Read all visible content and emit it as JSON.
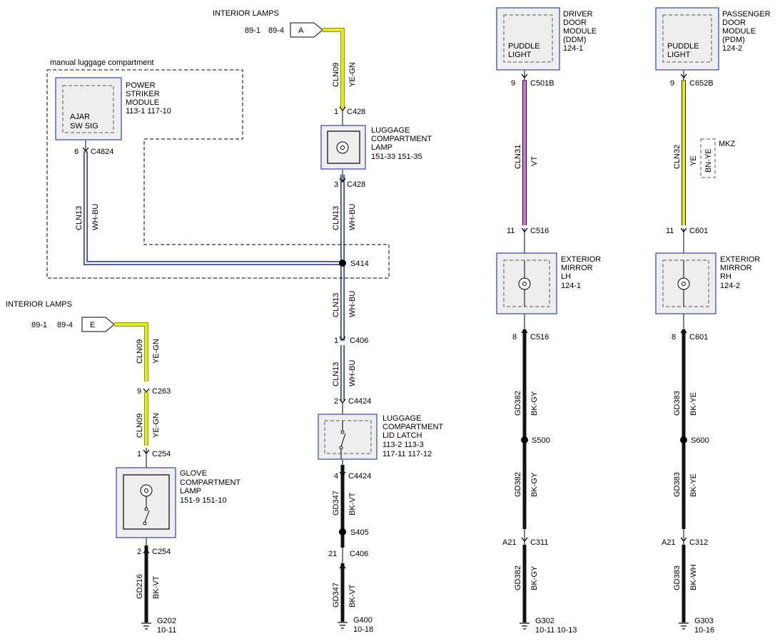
{
  "labels": {
    "interior_lamps_top": "INTERIOR LAMPS",
    "interior_lamps_left": "INTERIOR LAMPS",
    "connector_a": "A",
    "connector_e": "E",
    "ref_a_1": "89-1",
    "ref_a_2": "89-4",
    "ref_e_1": "89-1",
    "ref_e_2": "89-4",
    "manual_luggage": "manual luggage compartment",
    "mkz": "MKZ",
    "alt_wire_color": "BN-YE"
  },
  "components": {
    "power_striker": {
      "lines": [
        "POWER",
        "STRIKER",
        "MODULE",
        "113-1    117-10"
      ],
      "inner": [
        "AJAR",
        "SW SIG"
      ]
    },
    "luggage_lamp": {
      "lines": [
        "LUGGAGE",
        "COMPARTMENT",
        "LAMP",
        "151-33  151-35"
      ]
    },
    "luggage_latch": {
      "lines": [
        "LUGGAGE",
        "COMPARTMENT",
        "LID LATCH",
        "113-2   113-3",
        "117-11   117-12"
      ]
    },
    "glove_lamp": {
      "lines": [
        "GLOVE",
        "COMPARTMENT",
        "LAMP",
        "151-9    151-10"
      ]
    },
    "ddm": {
      "lines": [
        "DRIVER",
        "DOOR",
        "MODULE",
        "(DDM)",
        "124-1"
      ],
      "inner": [
        "PUDDLE",
        "LIGHT"
      ]
    },
    "pdm": {
      "lines": [
        "PASSENGER",
        "DOOR",
        "MODULE",
        "(PDM)",
        "124-2"
      ],
      "inner": [
        "PUDDLE",
        "LIGHT"
      ]
    },
    "mirror_lh": {
      "lines": [
        "EXTERIOR",
        "MIRROR",
        "LH",
        "124-1"
      ]
    },
    "mirror_rh": {
      "lines": [
        "EXTERIOR",
        "MIRROR",
        "RH",
        "124-2"
      ]
    }
  },
  "pins": {
    "c428_1": {
      "pin": "1",
      "conn": "C428"
    },
    "c428_3": {
      "pin": "3",
      "conn": "C428"
    },
    "c4824": {
      "pin": "6",
      "conn": "C4824"
    },
    "c406_1": {
      "pin": "1",
      "conn": "C406"
    },
    "c4424_2": {
      "pin": "2",
      "conn": "C4424"
    },
    "c4424_4": {
      "pin": "4",
      "conn": "C4424"
    },
    "c406_21": {
      "pin": "21",
      "conn": "C406"
    },
    "c263": {
      "pin": "9",
      "conn": "C263"
    },
    "c254_1": {
      "pin": "1",
      "conn": "C254"
    },
    "c254_2": {
      "pin": "2",
      "conn": "C254"
    },
    "c501b": {
      "pin": "9",
      "conn": "C501B"
    },
    "c516_11": {
      "pin": "11",
      "conn": "C516"
    },
    "c516_8": {
      "pin": "8",
      "conn": "C516"
    },
    "c311": {
      "pin": "A21",
      "conn": "C311"
    },
    "c652b": {
      "pin": "9",
      "conn": "C652B"
    },
    "c601_11": {
      "pin": "11",
      "conn": "C601"
    },
    "c601_8": {
      "pin": "8",
      "conn": "C601"
    },
    "c312": {
      "pin": "A21",
      "conn": "C312"
    }
  },
  "splices": {
    "s414": "S414",
    "s405": "S405",
    "s500": "S500",
    "s600": "S600"
  },
  "wires": {
    "cln09_a": {
      "circuit": "CLN09",
      "color": "YE-GN"
    },
    "cln13_a": {
      "circuit": "CLN13",
      "color": "WH-BU"
    },
    "cln13_b": {
      "circuit": "CLN13",
      "color": "WH-BU"
    },
    "cln13_c": {
      "circuit": "CLN13",
      "color": "WH-BU"
    },
    "cln13_d": {
      "circuit": "CLN13",
      "color": "WH-BU"
    },
    "gd347_a": {
      "circuit": "GD347",
      "color": "BK-VT"
    },
    "gd347_b": {
      "circuit": "GD347",
      "color": "BK-VT"
    },
    "cln09_b": {
      "circuit": "CLN09",
      "color": "YE-GN"
    },
    "cln09_c": {
      "circuit": "CLN09",
      "color": "YE-GN"
    },
    "gd216": {
      "circuit": "GD216",
      "color": "BK-VT"
    },
    "cln31": {
      "circuit": "CLN31",
      "color": "VT"
    },
    "gd382_a": {
      "circuit": "GD382",
      "color": "BK-GY"
    },
    "gd382_b": {
      "circuit": "GD382",
      "color": "BK-GY"
    },
    "gd382_c": {
      "circuit": "GD382",
      "color": "BK-GY"
    },
    "cln32": {
      "circuit": "CLN32",
      "color": "YE"
    },
    "gd383_a": {
      "circuit": "GD383",
      "color": "BK-YE"
    },
    "gd383_b": {
      "circuit": "GD383",
      "color": "BK-YE"
    },
    "gd383_c": {
      "circuit": "GD383",
      "color": "BK-WH"
    }
  },
  "grounds": {
    "g202": {
      "name": "G202",
      "ref": "10-11"
    },
    "g400": {
      "name": "G400",
      "ref": "10-18"
    },
    "g302": {
      "name": "G302",
      "ref": "10-11    10-13"
    },
    "g303": {
      "name": "G303",
      "ref": "10-16"
    }
  },
  "wire_colors": {
    "yellow": "#e8ee00",
    "yellow_green": "#d8e800",
    "green_stripe": "#7a9a3a",
    "white_blue_outer": "#3a4aa8",
    "white_blue_inner": "#ffffff",
    "black": "#141014",
    "violet": "#e070e0",
    "component_border": "#3040c0"
  }
}
